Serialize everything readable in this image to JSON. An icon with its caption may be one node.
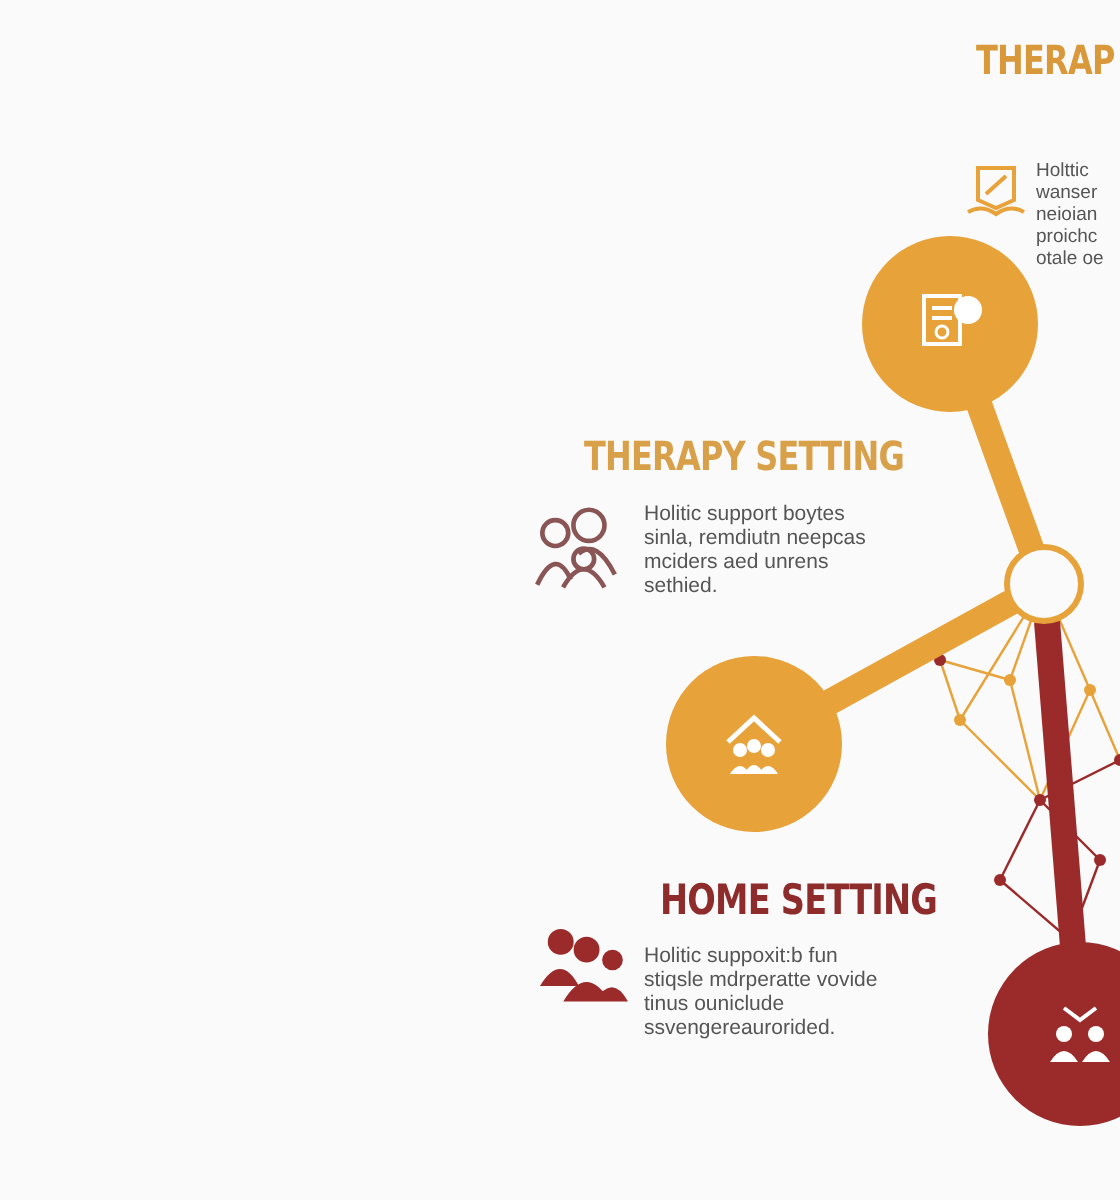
{
  "diagram": {
    "nodes": [
      {
        "text": [],
        "shape": "circle"
      },
      {
        "text": [],
        "shape": "circle"
      },
      {
        "text": [],
        "shape": "circle"
      },
      {
        "text": [],
        "shape": "circle"
      }
    ],
    "edges": [
      {
        "from": 0,
        "to": 1,
        "arrow": "none"
      },
      {
        "from": 2,
        "to": 1,
        "arrow": "none"
      },
      {
        "from": 3,
        "to": 1,
        "arrow": "none",
        "color": "#9b2a2a"
      }
    ],
    "labels": [
      "THERAP",
      "Holttic wanser neioian proichc otale oe",
      "THERAPY SETTING",
      "Holitic support boytes sinla, remdiutn neepcas mciders aed unrens sethied.",
      "HOME SETTING",
      "Holitic suppoxit:b fun stiqsle mdrperatte vovide tinus ouniclude ssvengereaurorided."
    ]
  }
}
